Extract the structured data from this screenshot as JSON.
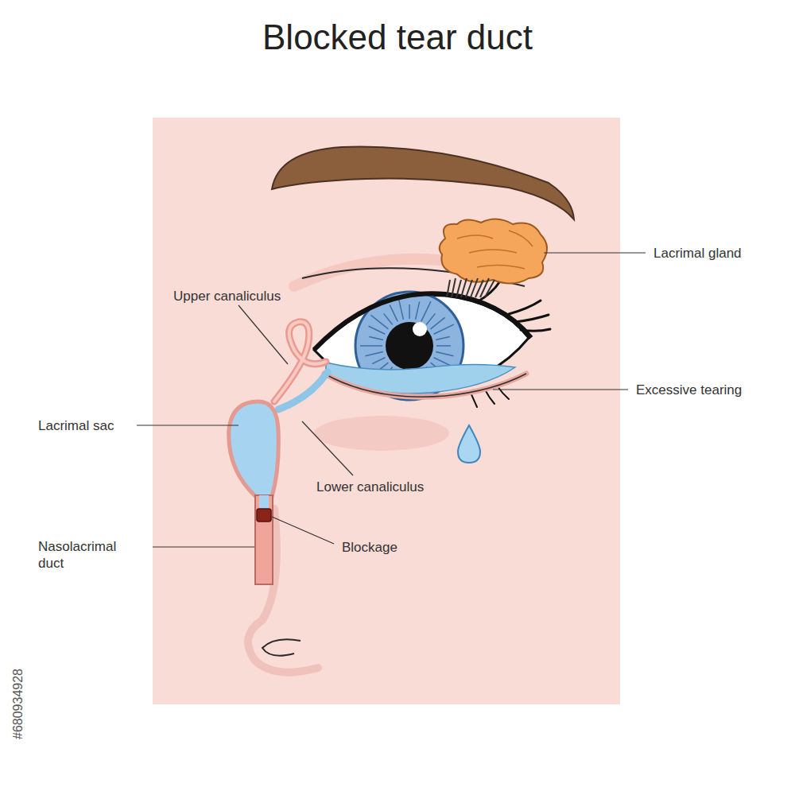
{
  "diagram": {
    "title": "Blocked tear duct",
    "labels": [
      "Lacrimal gland",
      "Upper canaliculus",
      "Excessive tearing",
      "Lacrimal sac",
      "Lower canaliculus",
      "Blockage",
      "Nasolacrimal duct",
      "#680934928"
    ]
  }
}
